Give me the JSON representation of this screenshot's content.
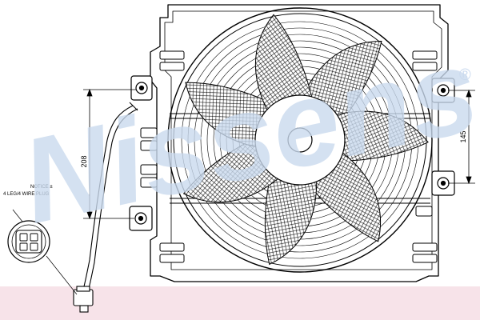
{
  "watermark": {
    "brand": "Nissens",
    "registered": "®"
  },
  "dimensions": {
    "left_height": "208",
    "right_height": "145"
  },
  "connector_note": {
    "line1": "NOTICE ±",
    "line2": "4 LEG/4 WIRE PLUG"
  },
  "colors": {
    "line": "#000000",
    "watermark": "#c9d9ee",
    "band": "#f7e3e9"
  }
}
